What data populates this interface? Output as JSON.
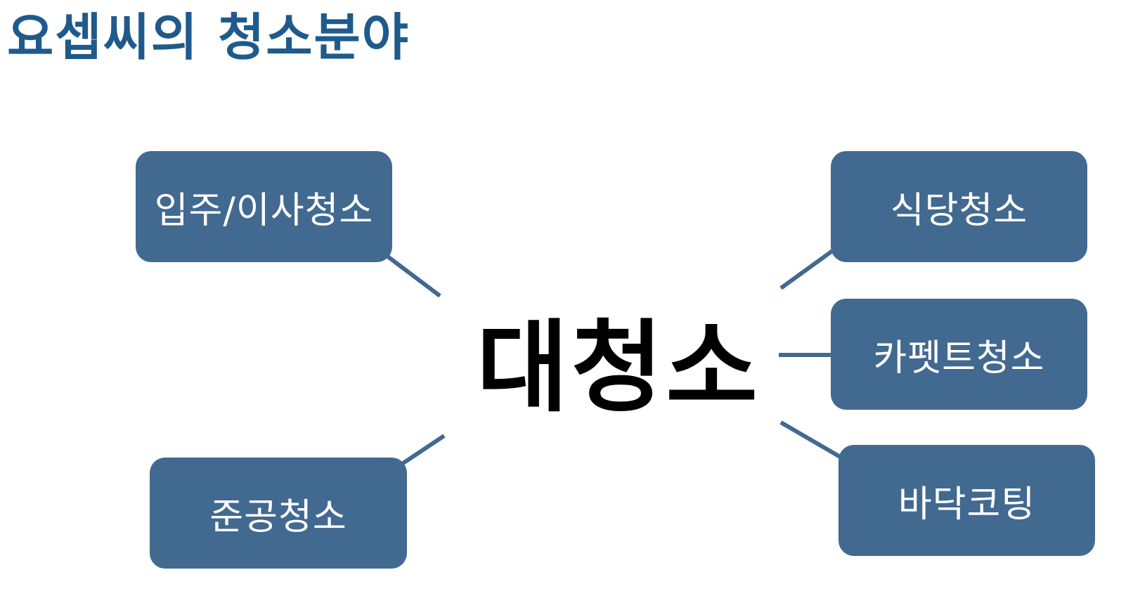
{
  "title": "요셉씨의 청소분야",
  "center": {
    "label": "대청소"
  },
  "nodes": {
    "move_in": "입주/이사청소",
    "completion": "준공청소",
    "restaurant": "식당청소",
    "carpet": "카펫트청소",
    "floor": "바닥코팅"
  },
  "colors": {
    "title": "#1F5A8C",
    "node_fill": "#426990",
    "node_text": "#FFFFFF",
    "connector": "#426990",
    "center_text": "#000000"
  }
}
